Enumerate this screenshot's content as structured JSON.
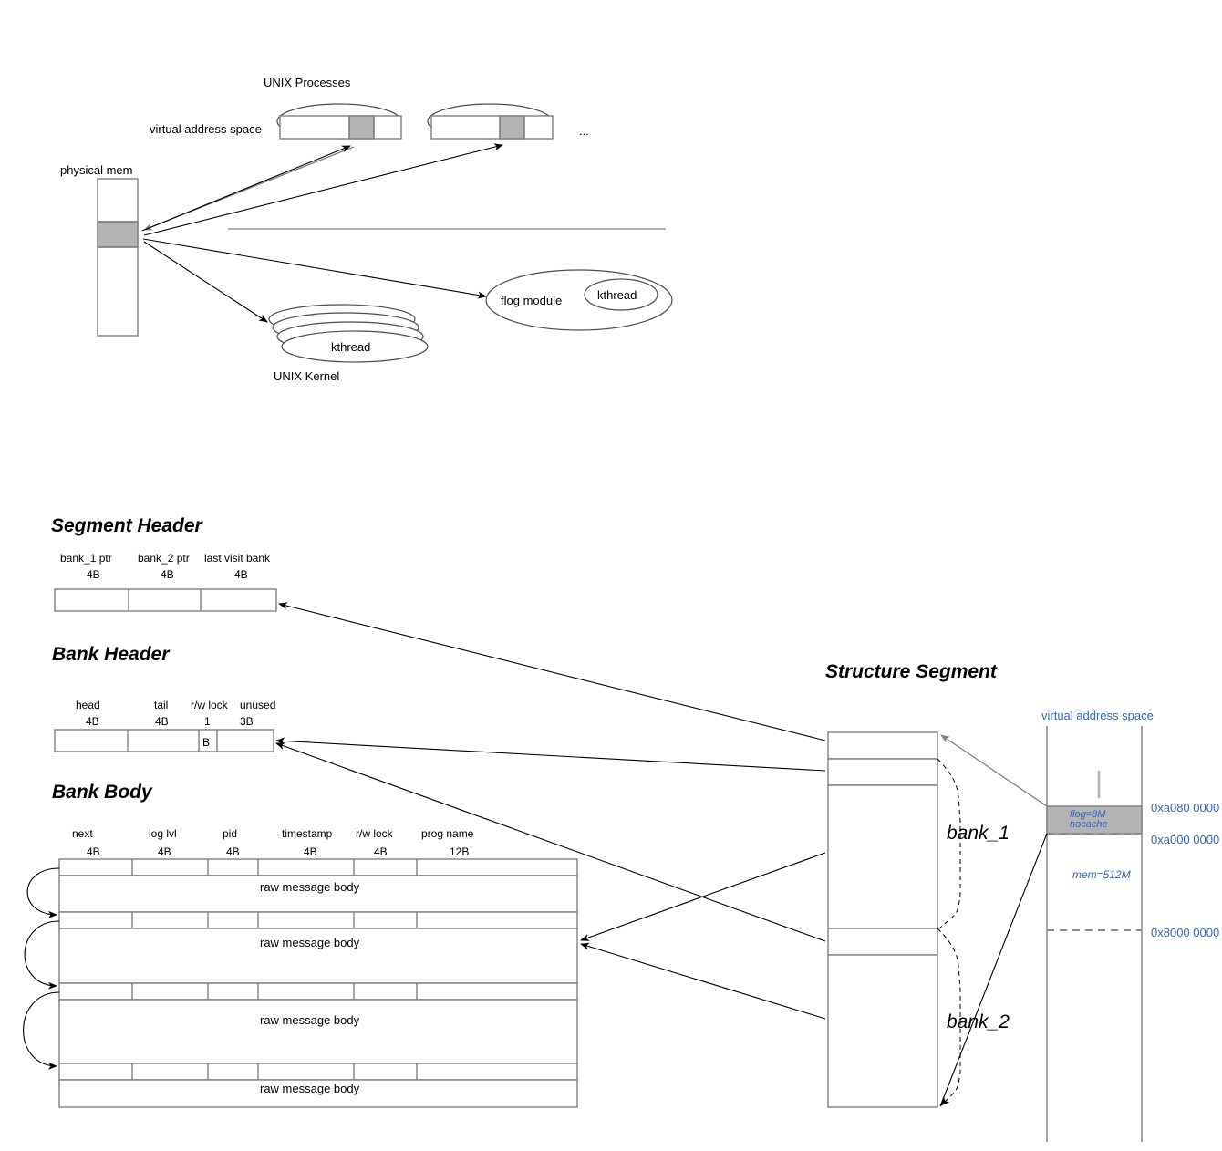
{
  "top_diagram": {
    "title": "UNIX Processes",
    "virtual_address_space_label": "virtual address space",
    "physical_mem_label": "physical mem",
    "ellipsis": "...",
    "flog_module_label": "flog module",
    "flog_kthread_label": "kthread",
    "kernel_kthread_label": "kthread",
    "unix_kernel_label": "UNIX Kernel"
  },
  "segment_header": {
    "title": "Segment Header",
    "fields": [
      {
        "name": "bank_1 ptr",
        "size": "4B"
      },
      {
        "name": "bank_2 ptr",
        "size": "4B"
      },
      {
        "name": "last visit bank",
        "size": "4B"
      }
    ]
  },
  "bank_header": {
    "title": "Bank Header",
    "fields": [
      {
        "name": "head",
        "size": "4B"
      },
      {
        "name": "tail",
        "size": "4B"
      },
      {
        "name": "r/w lock",
        "size": "1",
        "unit": "B"
      },
      {
        "name": "unused",
        "size": "3B"
      }
    ]
  },
  "bank_body": {
    "title": "Bank Body",
    "columns": [
      {
        "name": "next",
        "size": "4B"
      },
      {
        "name": "log lvl",
        "size": "4B"
      },
      {
        "name": "pid",
        "size": "4B"
      },
      {
        "name": "timestamp",
        "size": "4B"
      },
      {
        "name": "r/w lock",
        "size": "4B"
      },
      {
        "name": "prog name",
        "size": "12B"
      }
    ],
    "records": [
      {
        "body_label": "raw message body"
      },
      {
        "body_label": "raw message body"
      },
      {
        "body_label": "raw message body"
      },
      {
        "body_label": "raw message body"
      }
    ]
  },
  "structure_segment": {
    "title": "Structure Segment",
    "bank_1_label": "bank_1",
    "bank_2_label": "bank_2"
  },
  "virtual_address_space": {
    "title": "virtual address space",
    "regions": [
      {
        "label_line1": "flog=8M",
        "label_line2": "nocache"
      },
      {
        "label_line1": "mem=512M",
        "label_line2": ""
      }
    ],
    "addresses": [
      "0xa080 0000",
      "0xa000 0000",
      "0x8000 0000"
    ]
  },
  "colors": {
    "blue": "#3366cc",
    "gray_fill": "#b3b3b3",
    "gray_stroke": "#7f7f7f",
    "black": "#000000"
  }
}
